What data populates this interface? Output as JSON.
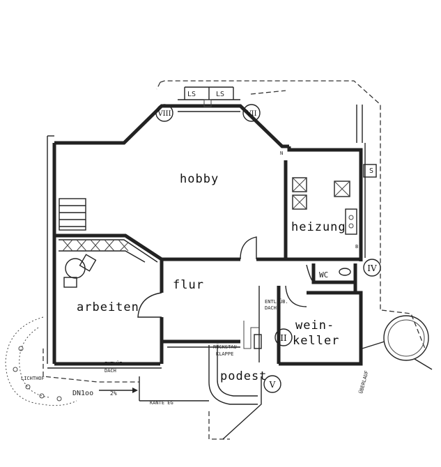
{
  "rooms": {
    "hobby": "hobby",
    "heizung": "heizung",
    "flur": "flur",
    "arbeiten": "arbeiten",
    "wc": "WC",
    "weinkeller_1": "wein-",
    "weinkeller_2": "keller",
    "podest": "podest"
  },
  "markers": {
    "m8": "VIII",
    "m7": "VII",
    "m4": "IV",
    "m2": "II",
    "m5": "V"
  },
  "labels": {
    "ls1": "LS",
    "ls2": "LS",
    "s_right": "S",
    "entl_dach_1a": "ENTL.ÜB.",
    "entl_dach_1b": "DACH",
    "entl_dach_2a": "ENTLÜF.",
    "entl_dach_2b": "DACH",
    "rueckstau_a": "RÜCKSTAU",
    "rueckstau_b": "KLAPPE",
    "lichthof": "LICHTHOF",
    "dn": "DN1oo",
    "slope": "2%",
    "kante": "KANTE EG",
    "ueberlauf": "ÜBERLAUF",
    "b_mark": "B",
    "n_mark": "N"
  }
}
